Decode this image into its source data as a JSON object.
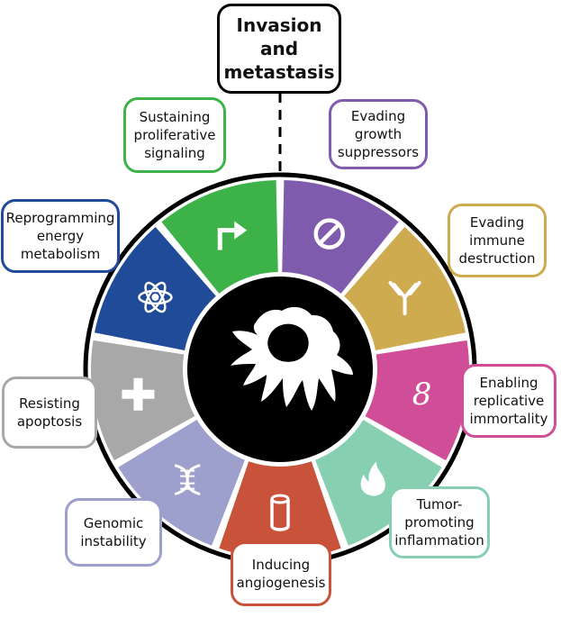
{
  "diagram": {
    "top_box": {
      "text": "Invasion\nand\nmetastasis",
      "color": "#000000"
    },
    "segments": [
      {
        "name": "evading-growth-suppressors",
        "text": "Evading\ngrowth\nsuppressors",
        "color": "#7F5BAE",
        "icon": "prohibition-sign-icon"
      },
      {
        "name": "evading-immune-destruction",
        "text": "Evading\nimmune\ndestruction",
        "color": "#CFAB4F",
        "icon": "antibody-icon"
      },
      {
        "name": "enabling-replicative-immortality",
        "text": "Enabling\nreplicative\nimmortality",
        "color": "#D04E97",
        "icon": "infinity-eight-icon"
      },
      {
        "name": "tumor-promoting-inflammation",
        "text": "Tumor-\npromoting\ninflammation",
        "color": "#86CFB0",
        "icon": "flame-icon"
      },
      {
        "name": "inducing-angiogenesis",
        "text": "Inducing\nangiogenesis",
        "color": "#C8523A",
        "icon": "blood-vessel-icon"
      },
      {
        "name": "genomic-instability",
        "text": "Genomic\ninstability",
        "color": "#9D9FCC",
        "icon": "dna-helix-icon"
      },
      {
        "name": "resisting-apoptosis",
        "text": "Resisting\napoptosis",
        "color": "#A8A8A8",
        "icon": "cross-icon"
      },
      {
        "name": "reprogramming-energy-metabolism",
        "text": "Reprogramming\nenergy\nmetabolism",
        "color": "#1F4B99",
        "icon": "atom-icon"
      },
      {
        "name": "sustaining-proliferative-signaling",
        "text": "Sustaining\nproliferative\nsignaling",
        "color": "#3DB249",
        "icon": "bent-arrow-icon"
      }
    ],
    "center": {
      "icon": "cancer-cell-icon",
      "background": "#000000",
      "cell_color": "#ffffff"
    }
  }
}
